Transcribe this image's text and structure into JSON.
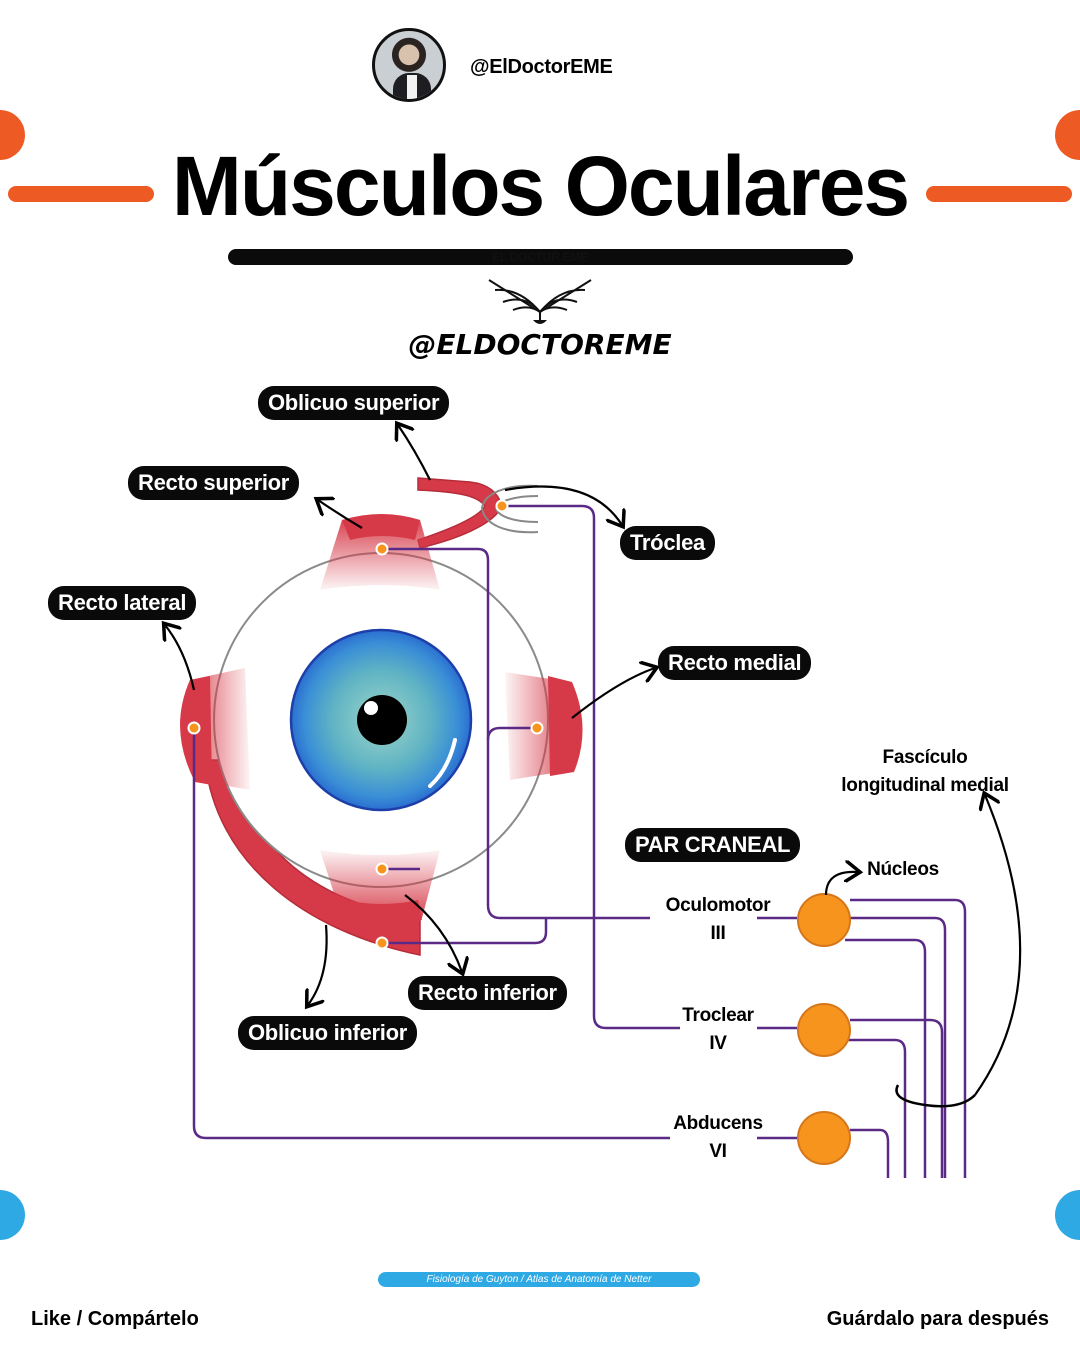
{
  "header": {
    "handle": "@ElDoctorEME",
    "title": "Músculos Oculares",
    "brand_small": "EL DOCTOR EME",
    "brand_big": "@ELDOCTOREME"
  },
  "labels": {
    "oblicuo_superior": "Oblicuo superior",
    "recto_superior": "Recto superior",
    "troclea": "Tróclea",
    "recto_lateral": "Recto lateral",
    "recto_medial": "Recto medial",
    "recto_inferior": "Recto inferior",
    "oblicuo_inferior": "Oblicuo inferior",
    "par_craneal": "PAR CRANEAL",
    "fasciculo_line1": "Fascículo",
    "fasciculo_line2": "longitudinal medial",
    "nucleos": "Núcleos"
  },
  "nerves": [
    {
      "name": "Oculomotor",
      "numeral": "III"
    },
    {
      "name": "Troclear",
      "numeral": "IV"
    },
    {
      "name": "Abducens",
      "numeral": "VI"
    }
  ],
  "footer": {
    "source": "Fisiología de Guyton / Atlas de Anatomía de Netter",
    "left": "Like / Compártelo",
    "right": "Guárdalo para después"
  },
  "colors": {
    "accent_orange": "#ee5a24",
    "accent_blue": "#2fa9e3",
    "muscle_red": "#d63a48",
    "nerve_purple": "#5b2a86",
    "nucleus_orange": "#f7941d",
    "iris_blue": "#2e86d4"
  }
}
